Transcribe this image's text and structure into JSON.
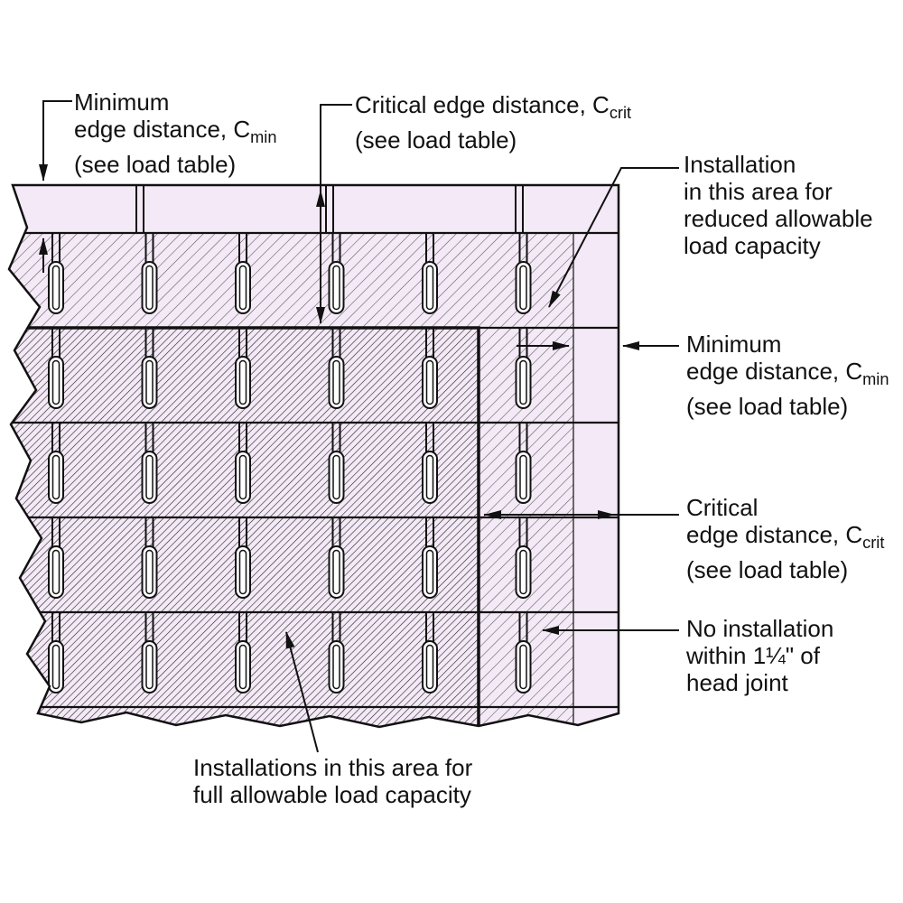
{
  "figure": {
    "type": "masonry-edge-distance-diagram"
  },
  "colors": {
    "background": "#ffffff",
    "wall_fill": "#f4e9f6",
    "line": "#111111",
    "hatch_light": "#555555",
    "hatch_dark": "#222222",
    "slot_fill": "#ffffff"
  },
  "labels": {
    "min_edge_top": {
      "line1": "Minimum",
      "line2_pre": "edge distance, C",
      "line2_sub": "min",
      "line3": "(see load table)"
    },
    "crit_edge_top": {
      "line1_pre": "Critical edge distance, C",
      "line1_sub": "crit",
      "line2": "(see load table)"
    },
    "reduced_area": {
      "line1": "Installation",
      "line2": "in this area for",
      "line3": "reduced allowable",
      "line4": "load capacity"
    },
    "min_edge_right": {
      "line1": "Minimum",
      "line2_pre": "edge distance, C",
      "line2_sub": "min",
      "line3": "(see load table)"
    },
    "crit_edge_right": {
      "line1": "Critical",
      "line2_pre": "edge distance, C",
      "line2_sub": "crit",
      "line3": "(see load table)"
    },
    "no_install": {
      "line1": "No installation",
      "line2": "within 1¼\" of",
      "line3": "head joint"
    },
    "full_area": {
      "line1": "Installations in this area for",
      "line2": "full allowable load capacity"
    }
  }
}
